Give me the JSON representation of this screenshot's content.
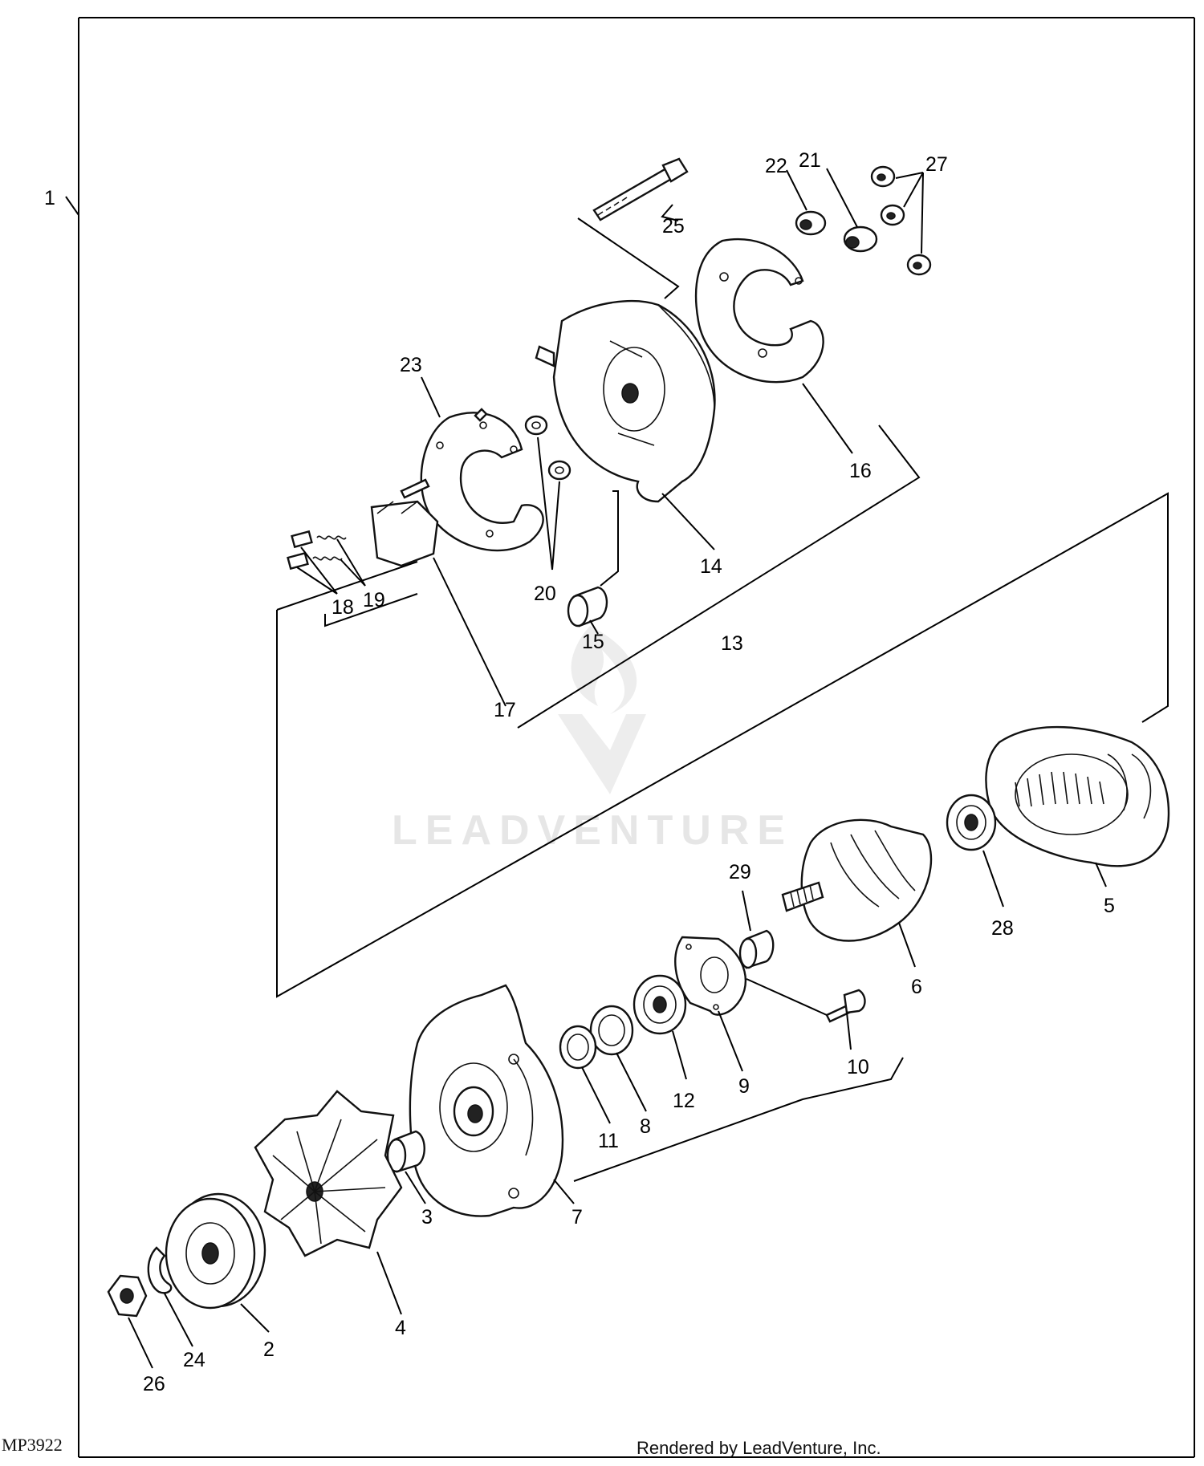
{
  "figure_id": "MP3922",
  "footer": "Rendered by LeadVenture, Inc.",
  "watermark": "LEADVENTURE",
  "callouts": [
    "1",
    "2",
    "3",
    "4",
    "5",
    "6",
    "7",
    "8",
    "9",
    "10",
    "11",
    "12",
    "13",
    "14",
    "15",
    "16",
    "17",
    "18",
    "19",
    "20",
    "21",
    "22",
    "23",
    "24",
    "25",
    "26",
    "27",
    "28",
    "29"
  ],
  "icons": {
    "watermark": "leadventure-logo-icon"
  },
  "colors": {
    "ink": "#000000",
    "watermark": "#e4e4e4",
    "background": "#ffffff"
  }
}
